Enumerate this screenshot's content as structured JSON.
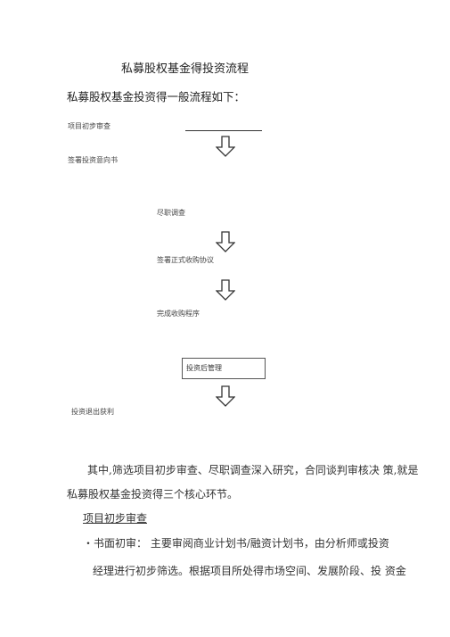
{
  "doc": {
    "title": "私募股权基金得投资流程",
    "intro": "私募股权基金投资得一般流程如下：",
    "steps": {
      "s1": "项目初步审查",
      "s2": "签署投资意向书",
      "s3": "尽职调查",
      "s4": "签署正式收购协议",
      "s5": "完成收购程序",
      "s6": "投资后管理",
      "s7": "投资退出获利"
    },
    "para1_line1": "其中,筛选项目初步审查、尽职调查深入研究，合同谈判审核决  策,就是",
    "para1_line2": "私募股权基金投资得三个核心环节。",
    "section_heading": "项目初步审查",
    "bullet_line1": "・书面初审：  主要审阅商业计划书/融资计划书，由分析师或投资",
    "bullet_line2": "经理进行初步筛选。根据项目所处得市场空间、发展阶段、投  资金"
  },
  "icons": {
    "arrow": "down-arrow-icon"
  }
}
